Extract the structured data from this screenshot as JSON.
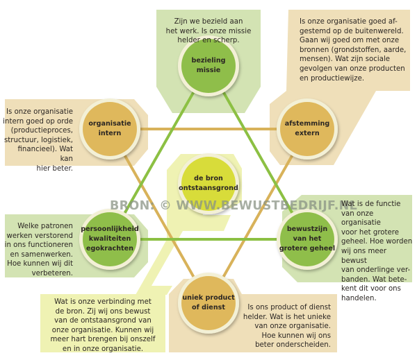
{
  "colors": {
    "green_panel": "#d3e3b3",
    "gold_panel": "#efdfb9",
    "yellow_panel": "#eff2b3",
    "green_circle": "#8fbe4a",
    "gold_circle": "#dfb85c",
    "yellow_circle": "#d8dc3a",
    "green_line": "#8cc043",
    "gold_line": "#d8b25a",
    "ring": "#f3f0d6"
  },
  "nodes": {
    "bezieling": {
      "label": "bezieling\nmissie",
      "text": "Zijn we bezield aan\nhet werk. Is onze missie\nhelder en scherp."
    },
    "afstemming": {
      "label": "afstemming\nextern",
      "text": "Is onze organisatie goed af-\ngestemd op de buitenwereld.\nGaan wij goed om met onze\nbronnen (grondstoffen, aarde,\nmensen). Wat zijn sociale\ngevolgen van onze producten\nen productiewijze."
    },
    "organisatie": {
      "label": "organisatie\nintern",
      "text": "Is onze organisatie\nintern goed op orde\n(productieproces,\nstructuur, logistiek,\nfinancieel). Wat kan\nhier beter."
    },
    "bron": {
      "label": "de bron\nontstaansgrond",
      "text": "Wat is onze verbinding met\nde bron. Zij wij ons bewust\nvan de ontstaansgrond van\nonze organisatie. Kunnen wij\nmeer hart brengen bij onszelf\nen in onze organisatie."
    },
    "persoonlijkheid": {
      "label": "persoonlijkheid\nkwaliteiten\negokrachten",
      "text": "Welke patronen\nwerken verstorend\nin ons functioneren\nen samenwerken.\nHoe kunnen wij dit\nverbeteren."
    },
    "bewustzijn": {
      "label": "bewustzijn\nvan het\ngrotere geheel",
      "text": "Wat is de functie\nvan onze organisatie\nvoor het grotere\ngeheel. Hoe worden\nwij ons meer bewust\nvan onderlinge ver-\nbanden. Wat bete-\nkent dit voor ons\nhandelen."
    },
    "uniek": {
      "label": "uniek product\nof dienst",
      "text": "Is ons product of dienst\nhelder. Wat is het unieke\nvan onze organisatie.\nHoe kunnen wij ons\nbeter onderscheiden."
    }
  },
  "watermark": "BRON: © WWW.BEWUSTBEDRIJF.NL"
}
